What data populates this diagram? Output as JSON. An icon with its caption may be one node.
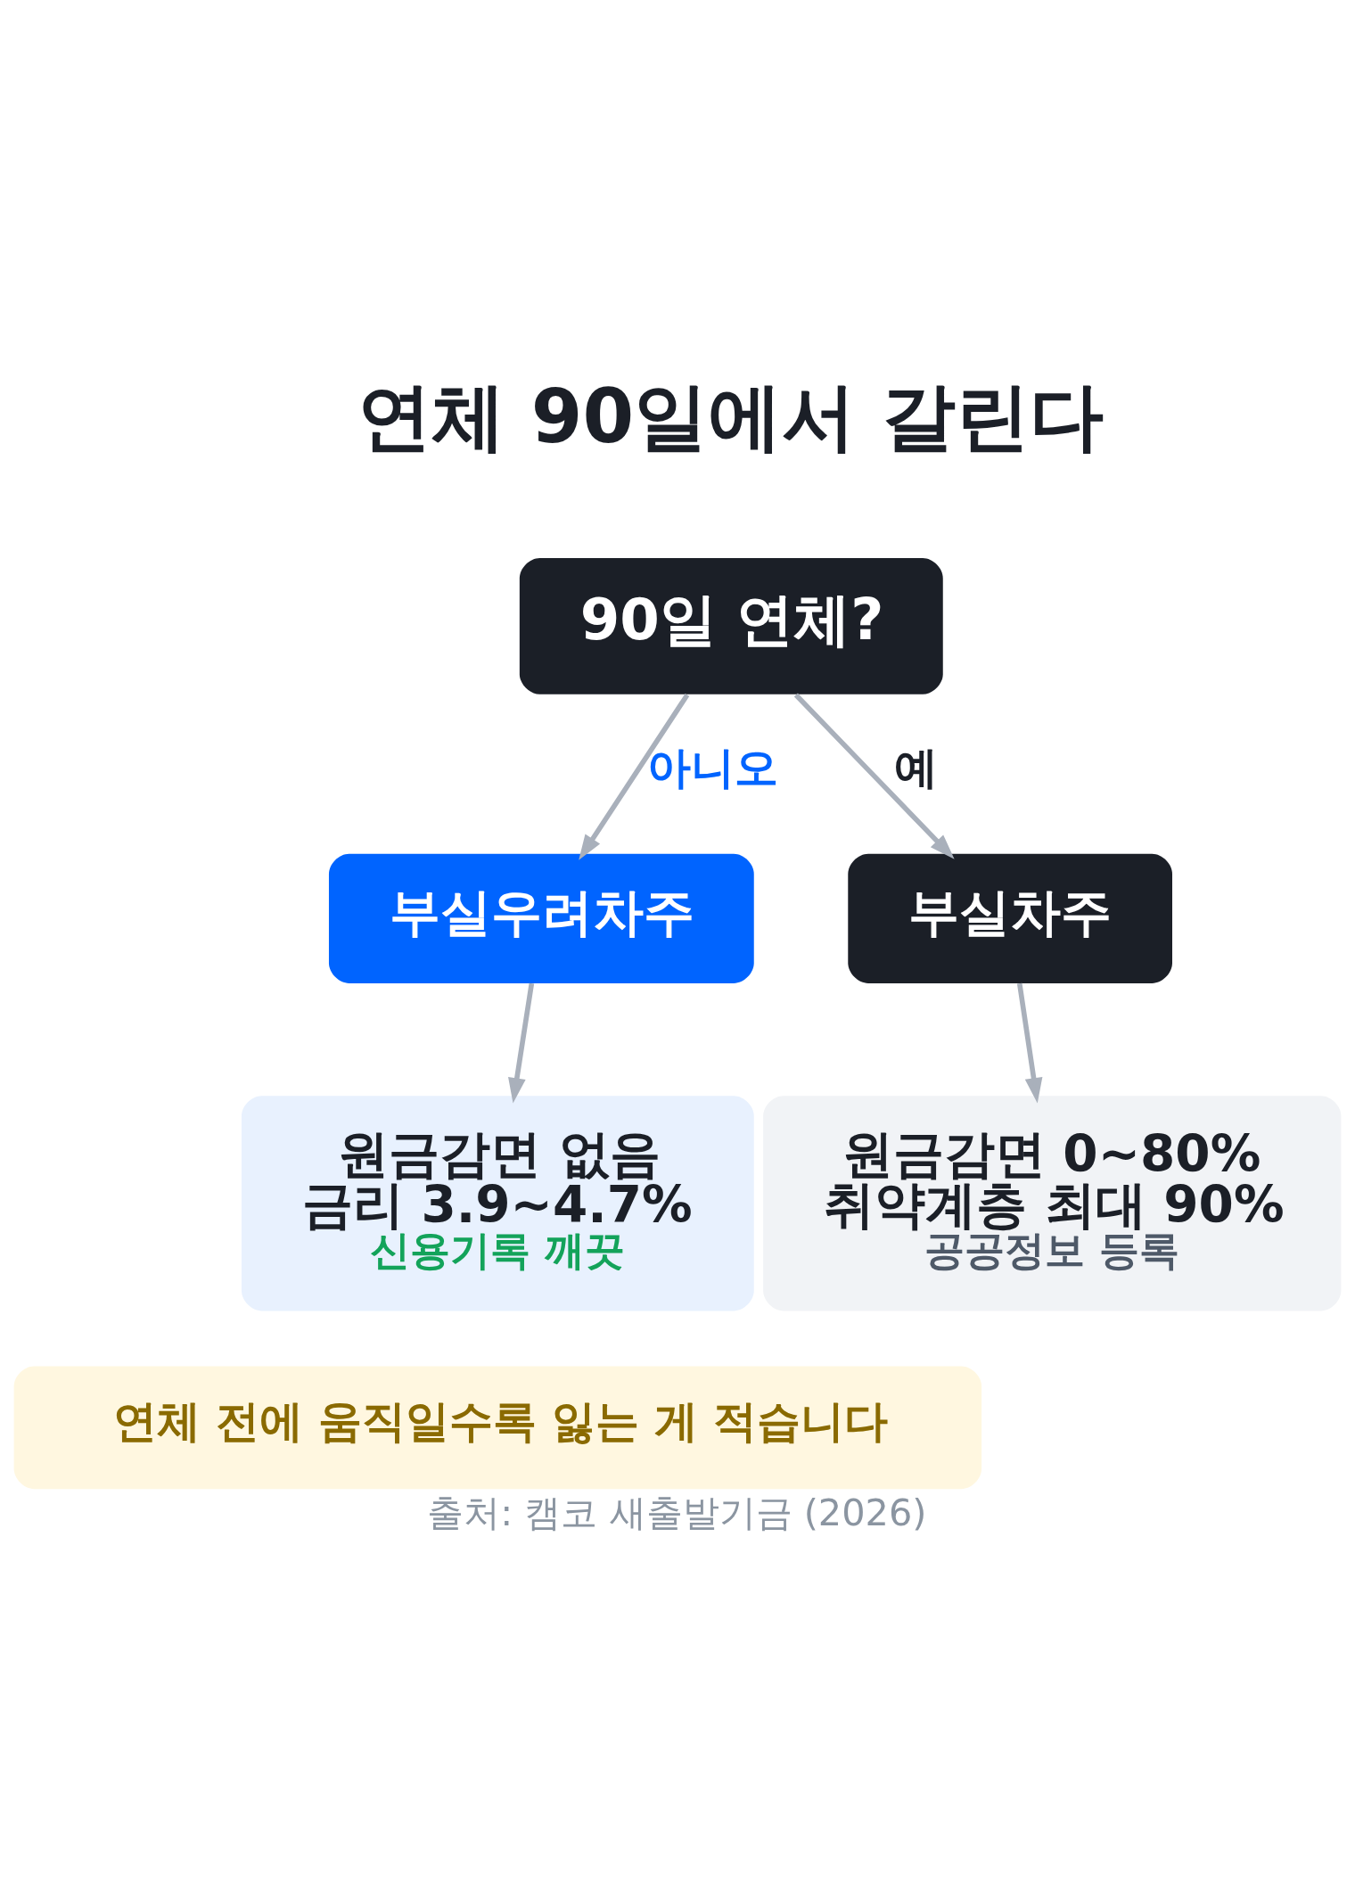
{
  "diagram": {
    "title": "연체 90일에서 갈린다",
    "caption": "출처: 캠코 새출발기금 (2026)",
    "nodes": [
      {
        "text": [
          "90일 연체?"
        ]
      },
      {
        "text": [
          "부실우려차주"
        ]
      },
      {
        "text": [
          "부실차주"
        ]
      },
      {
        "text": [
          "원금감면 없음",
          "금리 3.9~4.7%",
          "신용기록 깨끗"
        ]
      },
      {
        "text": [
          "원금감면 0~80%",
          "취약계층 최대 90%",
          "공공정보 등록"
        ]
      },
      {
        "text": [
          "연체 전에 움직일수록 잃는 게 적습니다"
        ]
      }
    ],
    "edges": [
      {
        "from": 0,
        "to": 1,
        "arrow": "to",
        "label": "아니오"
      },
      {
        "from": 0,
        "to": 2,
        "arrow": "to",
        "label": "예"
      },
      {
        "from": 1,
        "to": 3,
        "arrow": "to"
      },
      {
        "from": 2,
        "to": 4,
        "arrow": "to"
      }
    ]
  }
}
